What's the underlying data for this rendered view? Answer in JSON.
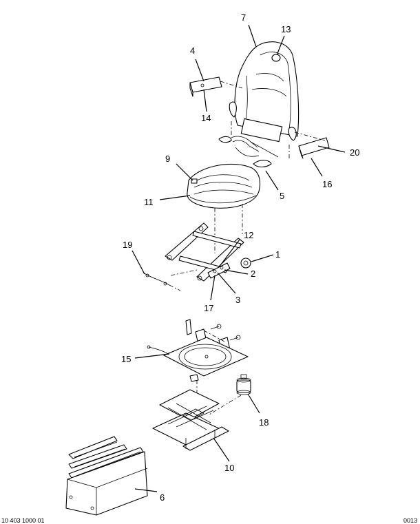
{
  "callouts": [
    "1",
    "2",
    "3",
    "4",
    "5",
    "6",
    "7",
    "9",
    "10",
    "11",
    "12",
    "13",
    "14",
    "15",
    "16",
    "17",
    "18",
    "19",
    "20"
  ],
  "footer": {
    "left_code": "10 403 1000 01",
    "right_code": "0013"
  }
}
